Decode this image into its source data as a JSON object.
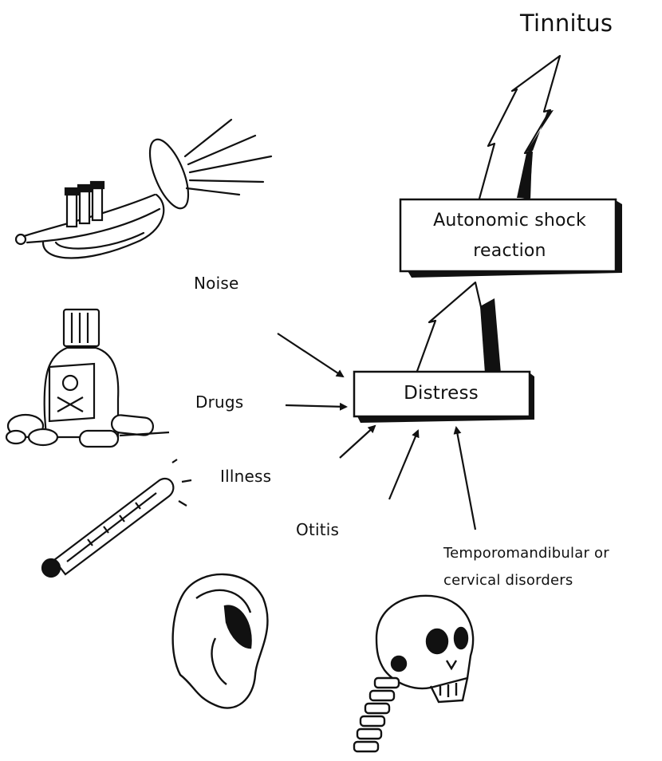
{
  "diagram": {
    "title": "Tinnitus",
    "reaction_box": "Autonomic shock reaction",
    "distress_box": "Distress",
    "causes": {
      "noise": "Noise",
      "drugs": "Drugs",
      "illness": "Illness",
      "otitis": "Otitis",
      "tmj_line1": "Temporomandibular or",
      "tmj_line2": "cervical disorders"
    },
    "illustrations": [
      "trumpet-icon",
      "poison-bottle-icon",
      "pills-icon",
      "thermometer-icon",
      "ear-icon",
      "skull-icon"
    ]
  }
}
